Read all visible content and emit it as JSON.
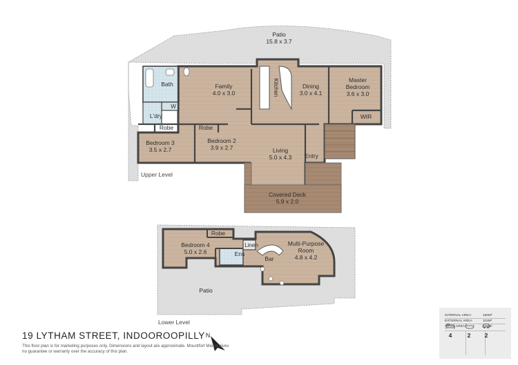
{
  "address": "19 LYTHAM STREET, INDOOROOPILLY",
  "disclaimer": "This floor plan is for marketing purposes only. Dimensions and layout are approximate. Mountfort Media gives no guarantee or warranty over the accuracy of this plan.",
  "levels": {
    "upper": "Upper Level",
    "lower": "Lower Level"
  },
  "compass": "N",
  "rooms": {
    "patio_upper": {
      "name": "Patio",
      "dims": "15.8 x 3.7"
    },
    "family": {
      "name": "Family",
      "dims": "4.0 x 3.0"
    },
    "kitchen": {
      "name": "Kitchen"
    },
    "dining": {
      "name": "Dining",
      "dims": "3.0 x 4.1"
    },
    "master": {
      "name": "Master",
      "name2": "Bedroom",
      "dims": "3.6 x 3.0"
    },
    "wir": {
      "name": "WIR"
    },
    "bath": {
      "name": "Bath"
    },
    "w": {
      "name": "W"
    },
    "laundry": {
      "name": "L'dry"
    },
    "robe1": {
      "name": "Robe"
    },
    "robe2": {
      "name": "Robe"
    },
    "bedroom3": {
      "name": "Bedroom 3",
      "dims": "3.5 x 2.7"
    },
    "bedroom2": {
      "name": "Bedroom 2",
      "dims": "3.9 x 2.7"
    },
    "living": {
      "name": "Living",
      "dims": "5.0 x 4.3"
    },
    "entry": {
      "name": "Entry"
    },
    "covered_deck": {
      "name": "Covered Deck",
      "dims": "5.9 x 2.0"
    },
    "robe_lower": {
      "name": "Robe"
    },
    "bedroom4": {
      "name": "Bedroom 4",
      "dims": "5.0 x 2.6"
    },
    "linen": {
      "name": "Linen"
    },
    "ens": {
      "name": "Ens"
    },
    "bar": {
      "name": "Bar"
    },
    "multipurpose": {
      "name": "Multi-Purpose",
      "name2": "Room",
      "dims": "4.8 x 4.2"
    },
    "patio_lower": {
      "name": "Patio"
    }
  },
  "stats": {
    "internal_label": "INTERNAL AREA:",
    "internal_value": "160M²",
    "external_label": "EXTERNAL AREA:",
    "external_value": "115M²",
    "total_label": "TOTAL AREA:",
    "total_value": "275M²"
  },
  "counts": {
    "bedrooms": "4",
    "bedrooms_icon": "bed-icon",
    "bathrooms": "2",
    "bathrooms_icon": "bath-icon",
    "cars": "2",
    "cars_icon": "car-icon"
  },
  "colors": {
    "patio": "#dcdcdc",
    "floor_wood": "#c9b39d",
    "deck": "#a88b74",
    "tile": "#d2e3ea",
    "wall": "#4a4a4a"
  }
}
